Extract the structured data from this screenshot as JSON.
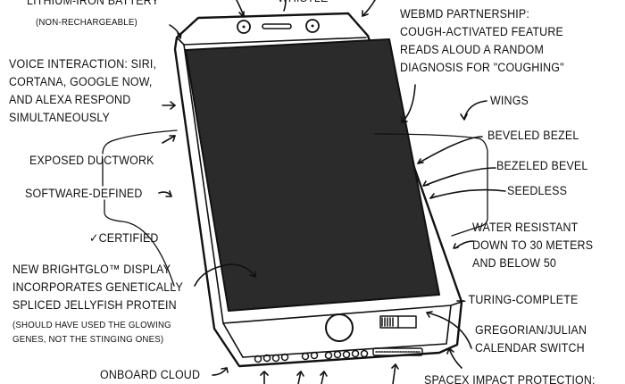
{
  "labels": {
    "battery": "Lithium-Iron Battery",
    "battery_note": "(Non-Rechargeable)",
    "whistle": "Whistle",
    "webmd": [
      "WebMD Partnership:",
      "Cough-activated feature",
      "reads aloud a random",
      "diagnosis for \"coughing\""
    ],
    "voice": [
      "Voice interaction: Siri,",
      "Cortana, Google Now,",
      "and Alexa respond",
      "simultaneously"
    ],
    "wings": "Wings",
    "beveled_bezel": "Beveled bezel",
    "bezeled_bevel": "Bezeled bevel",
    "seedless": "Seedless",
    "ductwork": "Exposed ductwork",
    "software": "Software-defined",
    "certified": "✓Certified",
    "water": [
      "Water resistant",
      "down to 30 meters",
      "and below 50"
    ],
    "display": [
      "New BrightGlo™ display",
      "incorporates genetically",
      "spliced jellyfish protein"
    ],
    "display_note": [
      "(Should have used the glowing",
      "genes, not the stinging ones)"
    ],
    "turing": "←Turing-complete",
    "calendar": [
      "Gregorian/Julian",
      "calendar switch"
    ],
    "cloud": "Onboard cloud",
    "spacex": "SpaceX impact protection:"
  },
  "colors": {
    "ink": "#111111",
    "screen": "#2b2b2b",
    "paper": "#ffffff"
  }
}
